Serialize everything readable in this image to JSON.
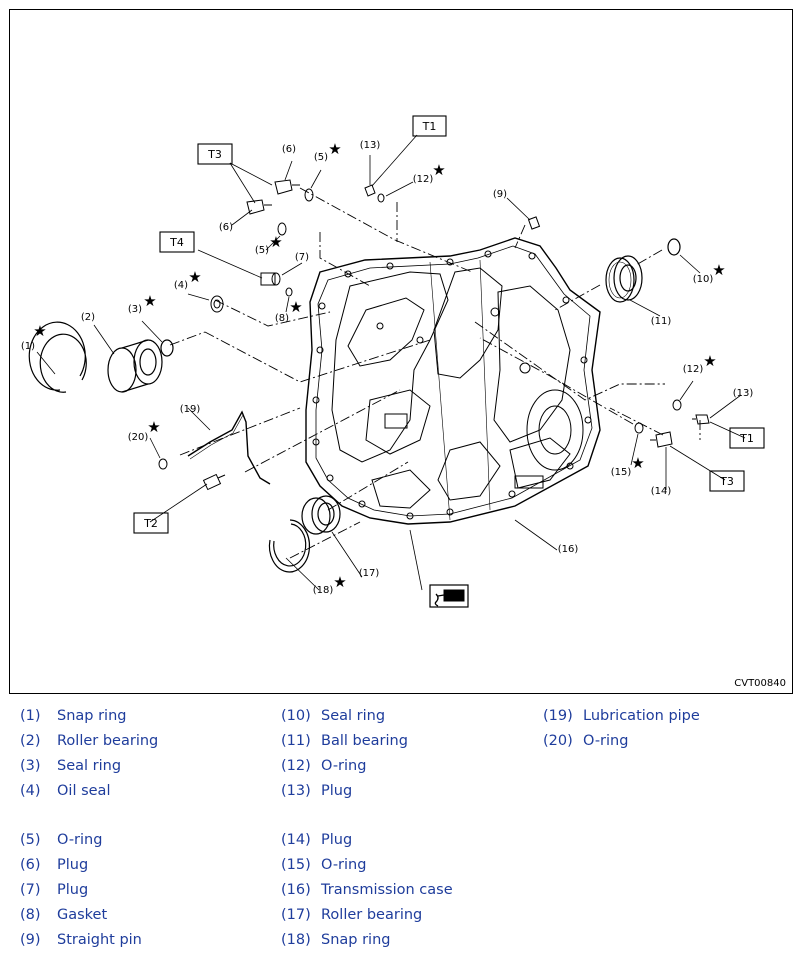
{
  "figure": {
    "id": "CVT00840",
    "torque_labels": [
      "T1",
      "T1",
      "T2",
      "T3",
      "T3",
      "T4"
    ],
    "callouts": {
      "c1": "(1)",
      "c2": "(2)",
      "c3": "(3)",
      "c4": "(4)",
      "c5a": "(5)",
      "c5b": "(5)",
      "c6a": "(6)",
      "c6b": "(6)",
      "c7": "(7)",
      "c8": "(8)",
      "c9": "(9)",
      "c10": "(10)",
      "c11": "(11)",
      "c12a": "(12)",
      "c12b": "(12)",
      "c13a": "(13)",
      "c13b": "(13)",
      "c14": "(14)",
      "c15": "(15)",
      "c16": "(16)",
      "c17": "(17)",
      "c18": "(18)",
      "c19": "(19)",
      "c20": "(20)"
    },
    "replace_symbol": "★",
    "icons": [
      "replace-part-star-icon",
      "sealant-application-icon"
    ]
  },
  "legend": {
    "columns": [
      [
        {
          "num": "(1)",
          "name": "Snap ring"
        },
        {
          "num": "(2)",
          "name": "Roller bearing"
        },
        {
          "num": "(3)",
          "name": "Seal ring"
        },
        {
          "num": "(4)",
          "name": "Oil seal"
        },
        {
          "num": "(5)",
          "name": "O-ring"
        },
        {
          "num": "(6)",
          "name": "Plug"
        },
        {
          "num": "(7)",
          "name": "Plug"
        },
        {
          "num": "(8)",
          "name": "Gasket"
        },
        {
          "num": "(9)",
          "name": "Straight pin"
        }
      ],
      [
        {
          "num": "(10)",
          "name": "Seal ring"
        },
        {
          "num": "(11)",
          "name": "Ball bearing"
        },
        {
          "num": "(12)",
          "name": "O-ring"
        },
        {
          "num": "(13)",
          "name": "Plug"
        },
        {
          "num": "(14)",
          "name": "Plug"
        },
        {
          "num": "(15)",
          "name": "O-ring"
        },
        {
          "num": "(16)",
          "name": "Transmission case"
        },
        {
          "num": "(17)",
          "name": "Roller bearing"
        },
        {
          "num": "(18)",
          "name": "Snap ring"
        }
      ],
      [
        {
          "num": "(19)",
          "name": "Lubrication pipe"
        },
        {
          "num": "(20)",
          "name": "O-ring"
        }
      ]
    ],
    "text_color": "#1f3d9c"
  }
}
